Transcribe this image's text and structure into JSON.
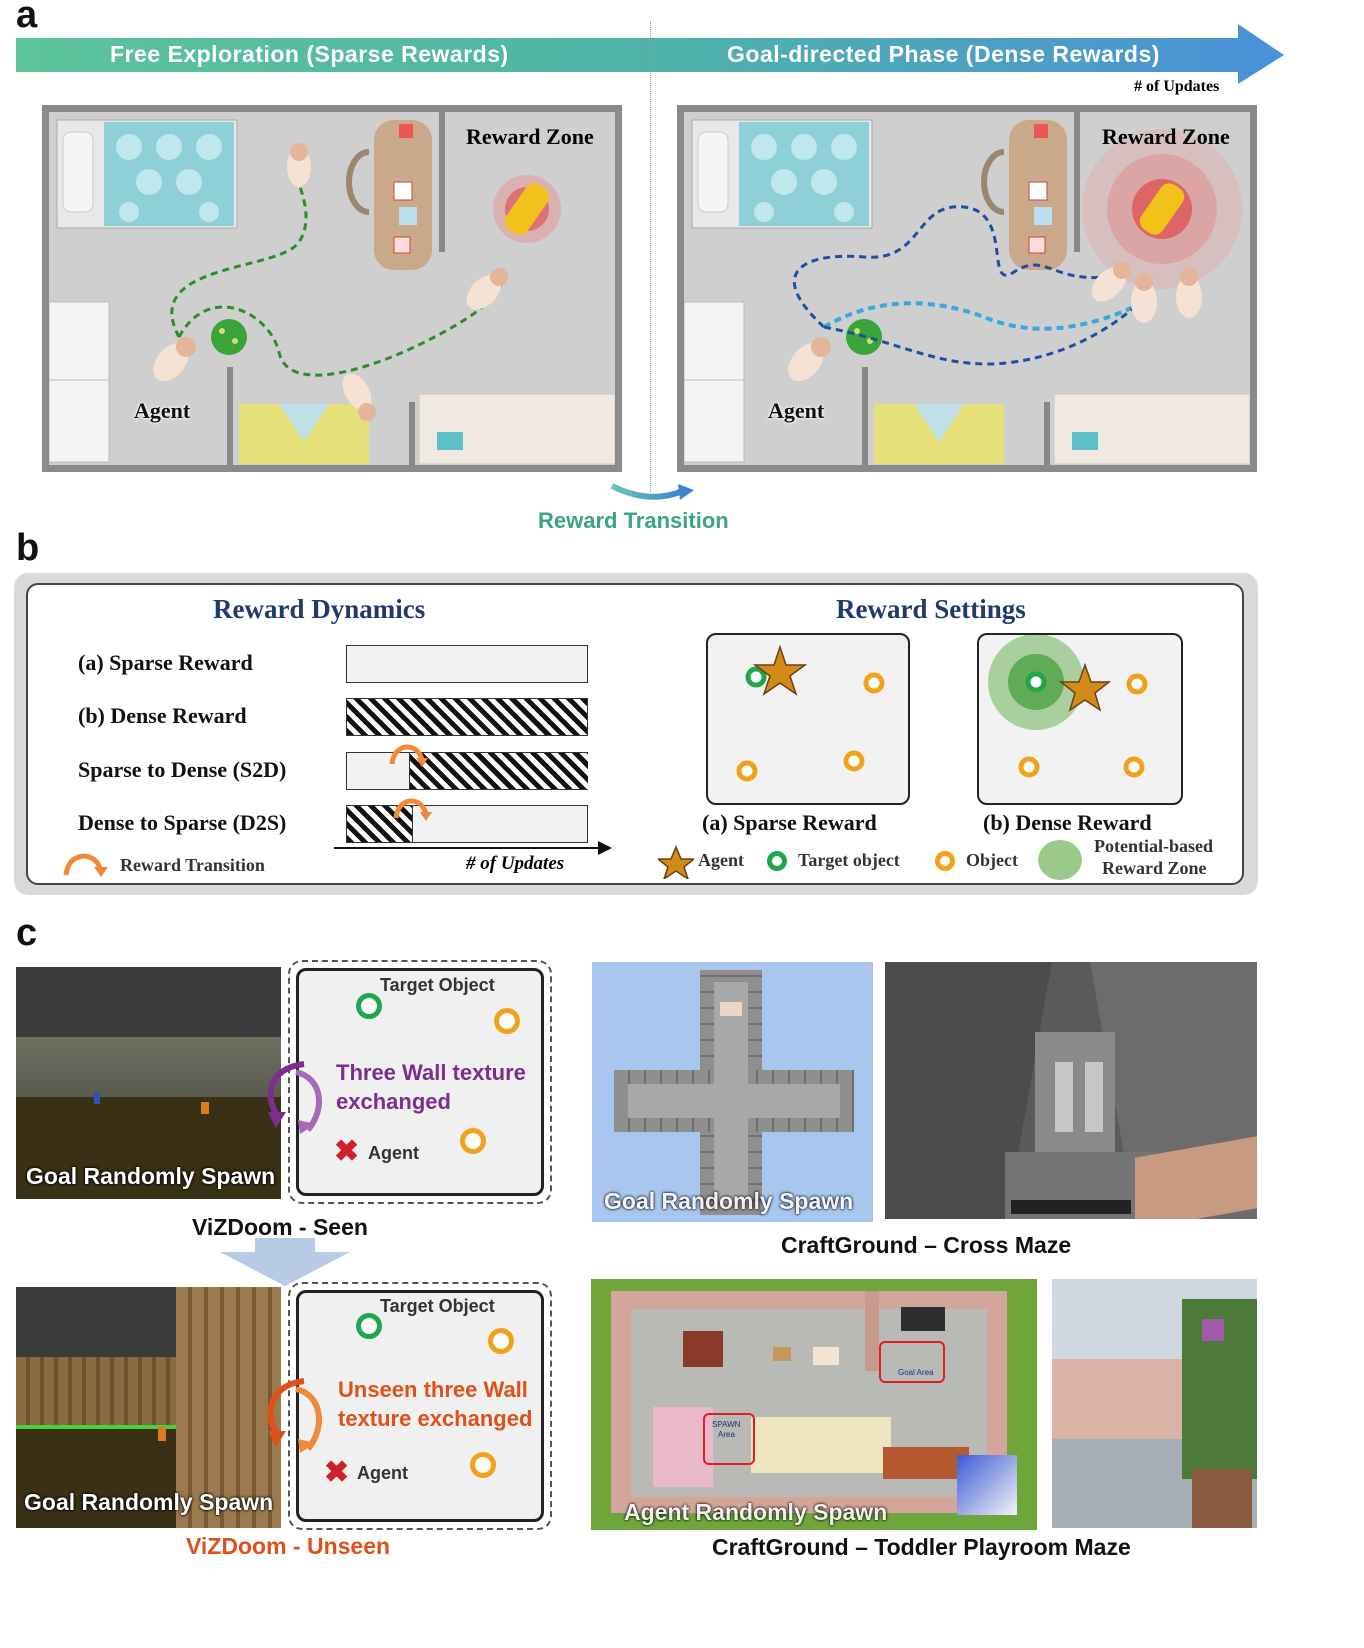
{
  "panel_a": {
    "letter": "a",
    "phase_left": "Free Exploration (Sparse Rewards)",
    "phase_right": "Goal-directed Phase (Dense Rewards)",
    "updates_label": "# of Updates",
    "left_room": {
      "reward_zone_label": "Reward Zone",
      "agent_label": "Agent"
    },
    "right_room": {
      "reward_zone_label": "Reward Zone",
      "agent_label": "Agent"
    },
    "transition_label": "Reward Transition",
    "colors": {
      "arrow_start": "#5cc49a",
      "arrow_end": "#4a90d9",
      "path_green": "#2a8f2a",
      "path_blue": "#1f4fa0",
      "transition_text": "#3aa57e"
    }
  },
  "panel_b": {
    "letter": "b",
    "dynamics_title": "Reward Dynamics",
    "settings_title": "Reward Settings",
    "rows": [
      {
        "label": "(a) Sparse Reward",
        "hatch_fraction_start": 0,
        "hatch_fraction_end": 0
      },
      {
        "label": "(b) Dense Reward",
        "hatch_fraction_start": 0,
        "hatch_fraction_end": 1
      },
      {
        "label": "Sparse to Dense (S2D)",
        "hatch_fraction_start": 0.26,
        "hatch_fraction_end": 1
      },
      {
        "label": "Dense to Sparse (D2S)",
        "hatch_fraction_start": 0,
        "hatch_fraction_end": 0.27
      }
    ],
    "transition_legend": "Reward Transition",
    "axis_label": "# of Updates",
    "sparse_caption": "(a) Sparse Reward",
    "dense_caption": "(b) Dense Reward",
    "legend": {
      "agent": "Agent",
      "target": "Target object",
      "object": "Object",
      "zone_line1": "Potential-based",
      "zone_line2": "Reward Zone"
    },
    "colors": {
      "title": "#1f3a6e",
      "star": "#d28a1a",
      "target": "#1fa84a",
      "object": "#f2a21a",
      "zone": "#6fb35a"
    }
  },
  "panel_c": {
    "letter": "c",
    "vizdoom_seen": {
      "spawn_label": "Goal Randomly Spawn",
      "target_label": "Target Object",
      "swap_text_1": "Three Wall texture",
      "swap_text_2": "exchanged",
      "agent_label": "Agent",
      "caption": "ViZDoom - Seen"
    },
    "vizdoom_unseen": {
      "spawn_label": "Goal Randomly Spawn",
      "target_label": "Target Object",
      "swap_text_1": "Unseen three Wall",
      "swap_text_2": "texture exchanged",
      "agent_label": "Agent",
      "caption": "ViZDoom - Unseen"
    },
    "cross_maze": {
      "spawn_label": "Goal Randomly Spawn",
      "caption": "CraftGround – Cross Maze"
    },
    "toddler": {
      "spawn_label": "Agent Randomly Spawn",
      "goal_area": "Goal Area",
      "spawn_area_1": "SPAWN",
      "spawn_area_2": "Area",
      "caption": "CraftGround – Toddler Playroom Maze"
    },
    "colors": {
      "purple": "#7b2e8e",
      "orange": "#e0501a",
      "unseen_caption": "#e0501a"
    }
  }
}
